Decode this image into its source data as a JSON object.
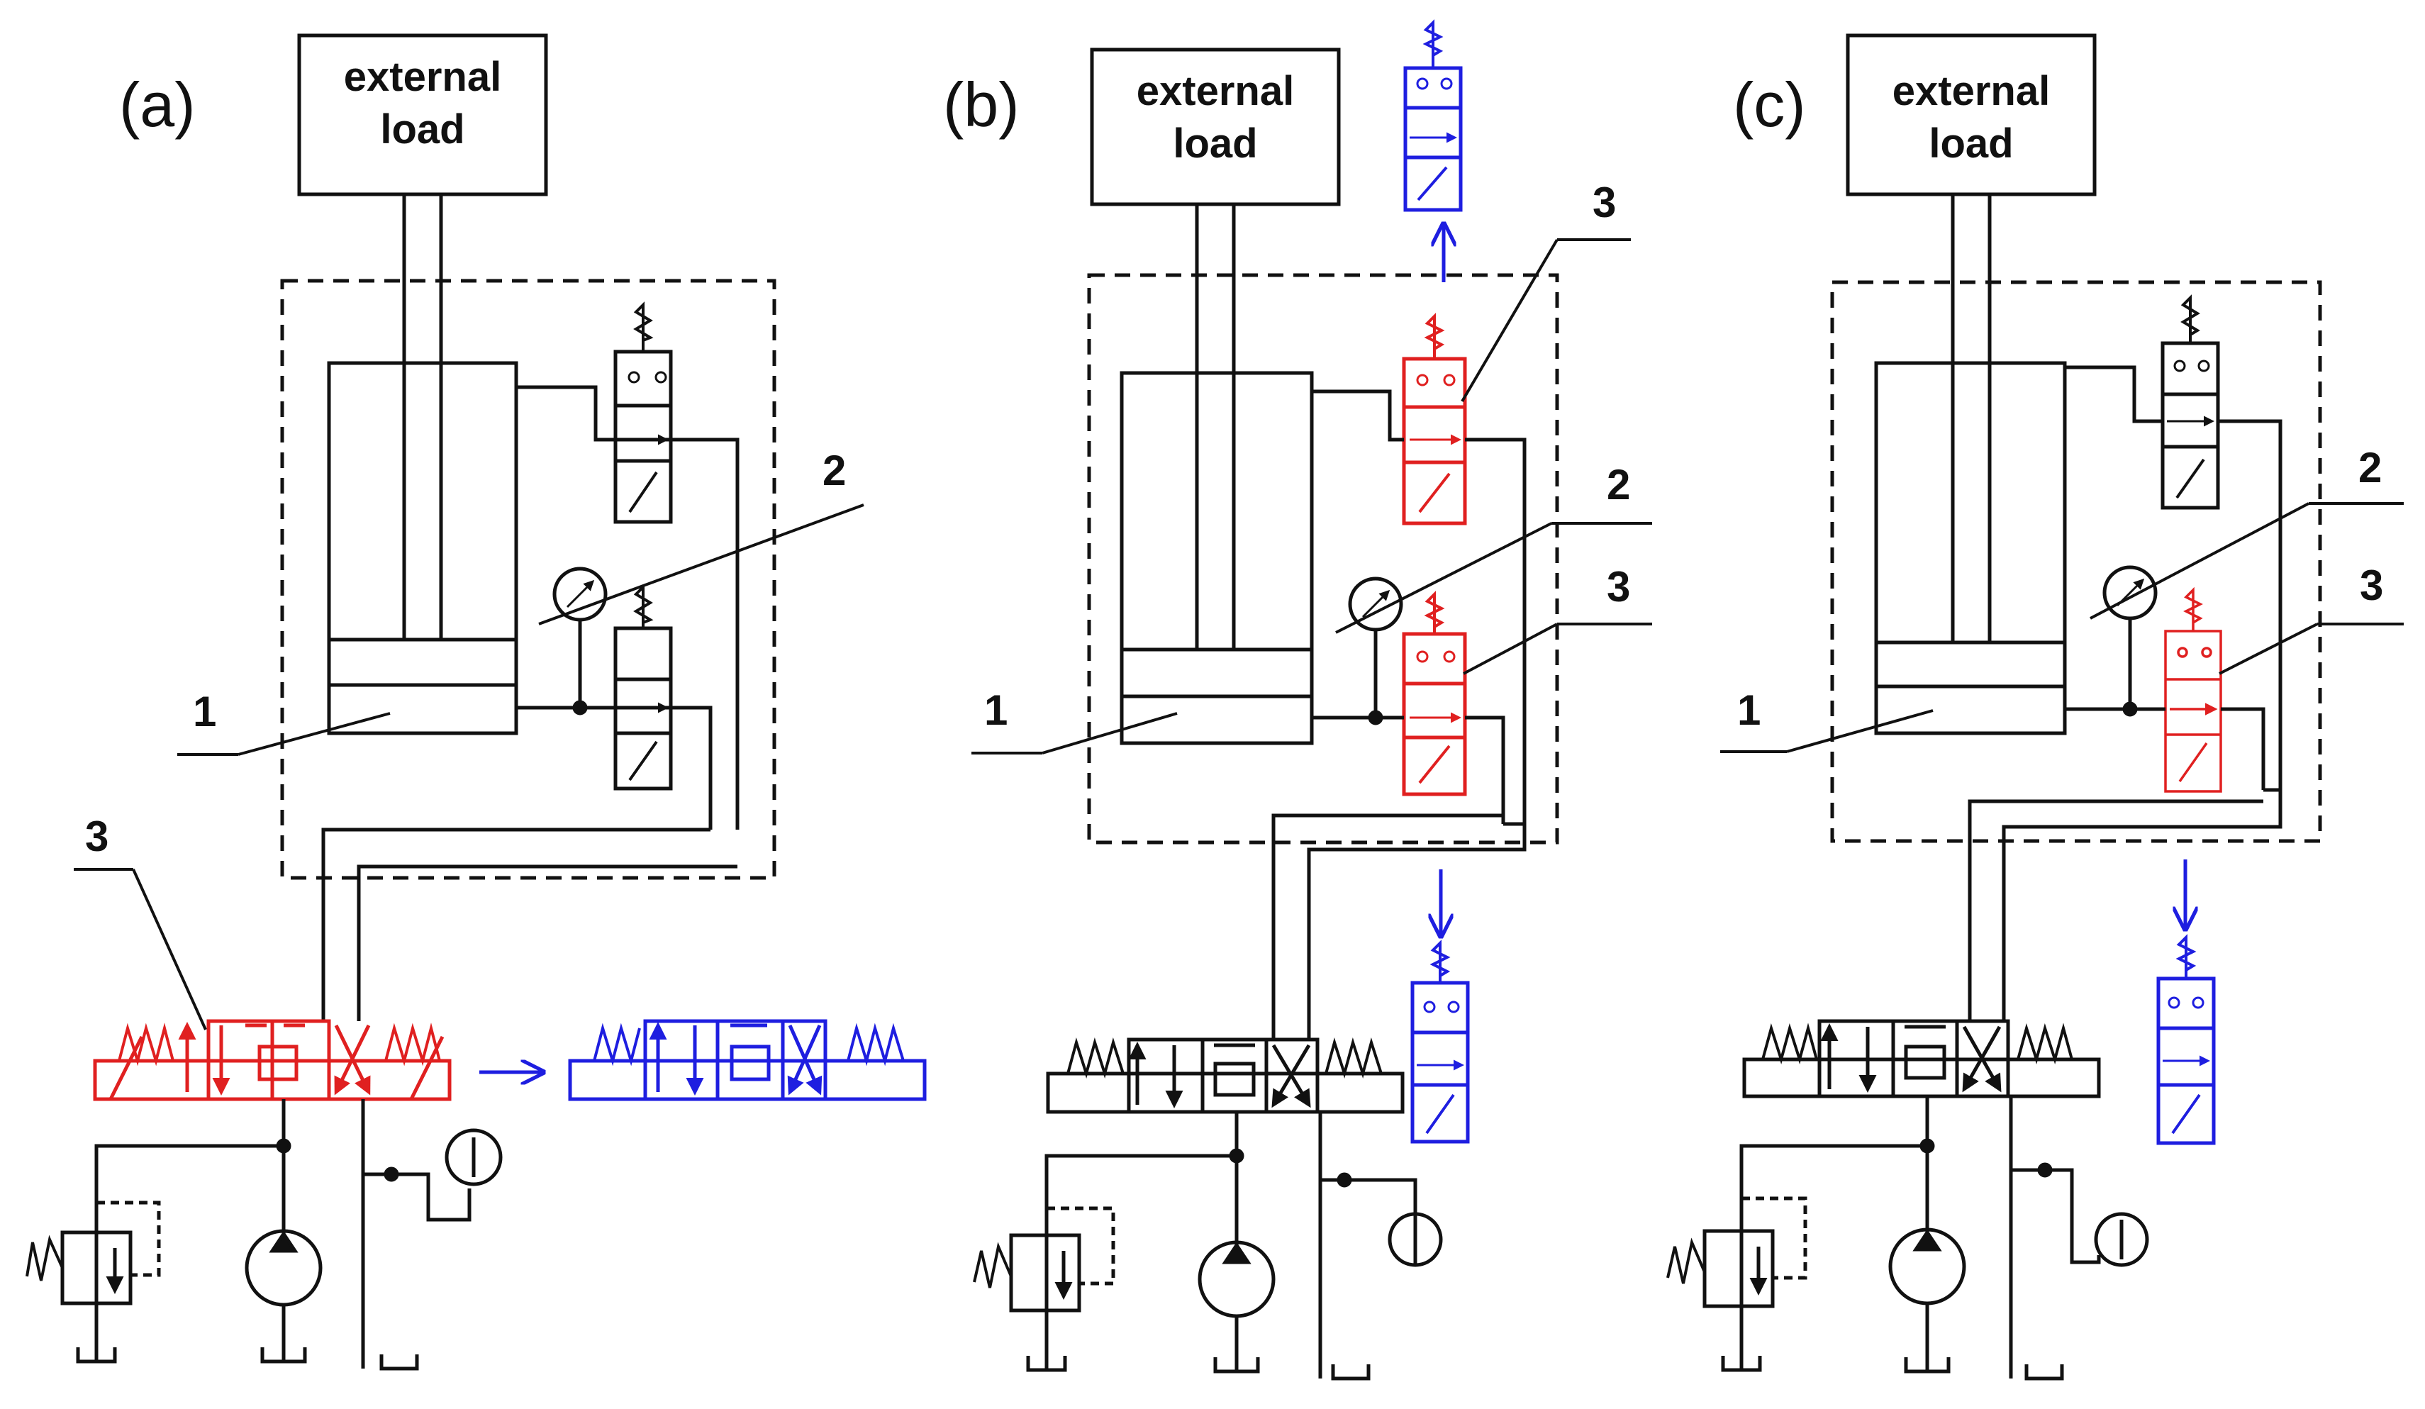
{
  "panels": [
    {
      "id": "a",
      "label": "(a)",
      "load_line1": "external",
      "load_line2": "load",
      "callouts": {
        "piston": "1",
        "gauge": "2",
        "valve": "3"
      }
    },
    {
      "id": "b",
      "label": "(b)",
      "load_line1": "external",
      "load_line2": "load",
      "callouts": {
        "piston": "1",
        "gauge": "2",
        "valve_top": "3",
        "valve_bottom": "3"
      }
    },
    {
      "id": "c",
      "label": "(c)",
      "load_line1": "external",
      "load_line2": "load",
      "callouts": {
        "piston": "1",
        "gauge": "2",
        "valve": "3"
      }
    }
  ],
  "colors": {
    "line": "#111111",
    "active": "#e02020",
    "switched": "#1e1ee0",
    "background": "#ffffff"
  }
}
